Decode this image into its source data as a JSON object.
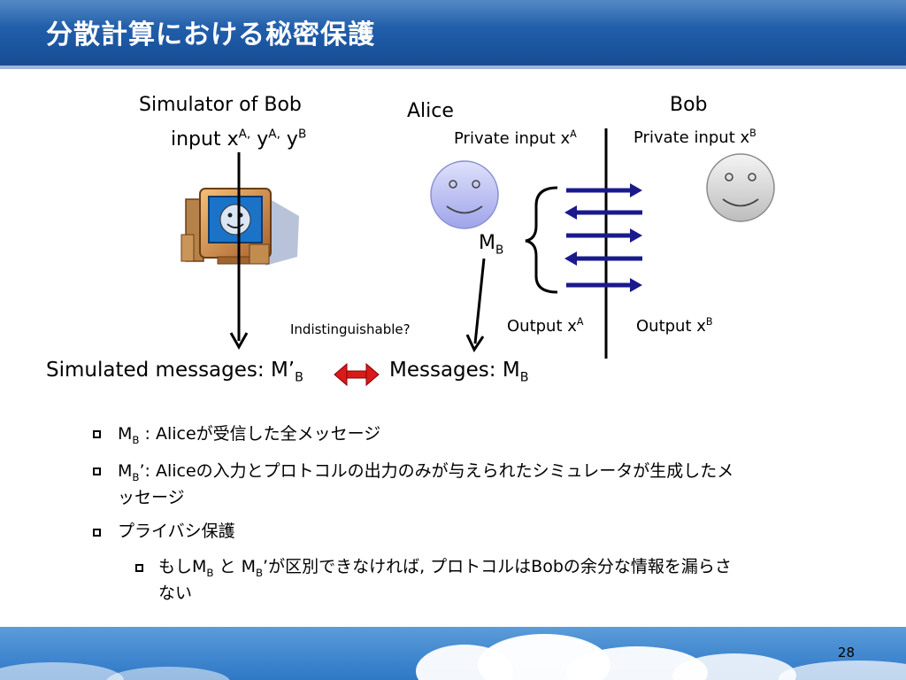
{
  "slide": {
    "title": "分散計算における秘密保護",
    "page_number": "28"
  },
  "simulator": {
    "label": "Simulator of Bob",
    "input_prefix": "input x",
    "input_sup1": "A,",
    "input_y": " y",
    "input_sup2": "A,",
    "input_y2": " y",
    "input_sup3": "B"
  },
  "alice": {
    "name": "Alice",
    "private_input": "Private input x",
    "private_input_sup": "A",
    "output": "Output x",
    "output_sup": "A",
    "mb_main": "M",
    "mb_sub": "B"
  },
  "bob": {
    "name": "Bob",
    "private_input": "Private input x",
    "private_input_sup": "B",
    "output": "Output x",
    "output_sup": "B"
  },
  "comparison": {
    "indistinguishable": "Indistinguishable?",
    "simulated_prefix": "Simulated messages: M’",
    "simulated_sub": "B",
    "messages_prefix": "Messages: M",
    "messages_sub": "B"
  },
  "bullets": {
    "b1_m": "M",
    "b1_sub": "B",
    "b1_rest": " :  Aliceが受信した全メッセージ",
    "b2_m": "M",
    "b2_sub": "B",
    "b2_line1": "’: Aliceの入力とプロトコルの出力のみが与えられたシミュレータが生成したメ",
    "b2_line2": "ッセージ",
    "b3": "プライバシ保護",
    "b4_pre": "もしM",
    "b4_sub1": "B",
    "b4_mid": "  と M",
    "b4_sub2": "B",
    "b4_rest": "’が区別できなければ, プロトコルはBobの余分な情報を漏らさ",
    "b4_line2": "ない"
  },
  "colors": {
    "title_bar": "#1e5aa6",
    "arrow_blue": "#1a1a8c",
    "double_arrow_red": "#d81a1a",
    "face_alice": "#b9bdf2",
    "face_bob": "#d8d8d8"
  },
  "icons": {
    "alice_face": "smiley-face-icon",
    "bob_face": "smiley-face-icon",
    "simulator": "computer-smiley-icon"
  }
}
